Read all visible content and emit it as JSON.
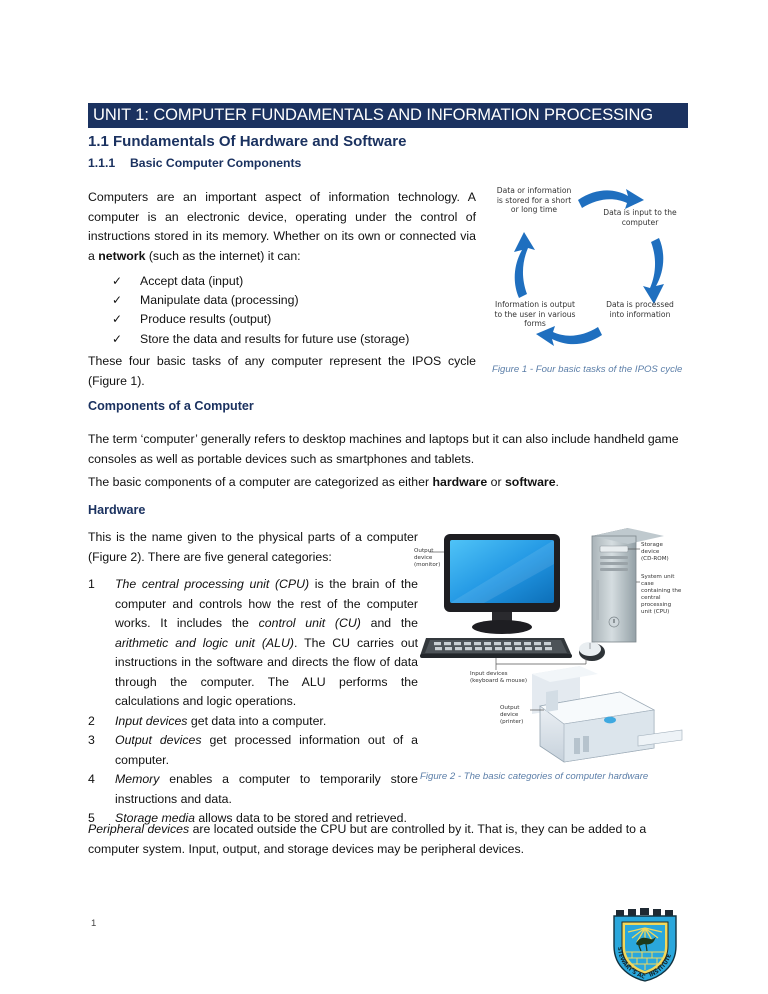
{
  "document": {
    "unit_banner": "UNIT 1: COMPUTER FUNDAMENTALS AND INFORMATION PROCESSING",
    "heading_1_1": "1.1 Fundamentals Of Hardware and Software",
    "heading_1_1_1_number": "1.1.1",
    "heading_1_1_1_text": "Basic Computer Components",
    "page_number": "1"
  },
  "colors": {
    "banner_bg": "#1B3260",
    "heading_navy": "#1B3260",
    "caption_blue": "#5B7EA8",
    "arrow_blue": "#1F6FBF",
    "crest_blue": "#29A3D9",
    "crest_gold": "#F0D355"
  },
  "body": {
    "intro_part1": "Computers are an important aspect of information technology. A computer is an electronic device, operating under the control of instructions stored in its memory. Whether on its own or connected via a ",
    "intro_bold": "network",
    "intro_part2": " (such as the internet) it can:",
    "checklist": [
      "Accept data (input)",
      "Manipulate data (processing)",
      "Produce results (output)",
      "Store the data and results for future use (storage)"
    ],
    "ipos_sentence": "These four basic tasks of any computer represent the IPOS cycle (Figure 1).",
    "components_heading": "Components of a Computer",
    "term_paragraph": "The term ‘computer’ generally refers to desktop machines and laptops but it can also include handheld game consoles as well as portable devices such as smartphones and tablets.",
    "basic_part1": "The basic components of a computer are categorized as either ",
    "basic_bold1": "hardware",
    "basic_mid": " or ",
    "basic_bold2": "software",
    "basic_end": ".",
    "hardware_heading": "Hardware",
    "hardware_intro": "This is the name given to the physical parts of a computer (Figure 2). There are five general categories:",
    "numbered_items": [
      {
        "n": "1",
        "segments": [
          {
            "t": "The central processing unit (CPU)",
            "style": "italic"
          },
          {
            "t": " is the brain of the computer and controls how the rest of the computer works. It includes the ",
            "style": "normal"
          },
          {
            "t": "control unit (CU)",
            "style": "italic"
          },
          {
            "t": " and the ",
            "style": "normal"
          },
          {
            "t": "arithmetic and logic unit (ALU)",
            "style": "italic"
          },
          {
            "t": ". The CU carries out instructions in the software and directs the flow of data through the computer. The ALU performs the calculations and logic operations.",
            "style": "normal"
          }
        ]
      },
      {
        "n": "2",
        "segments": [
          {
            "t": "Input devices",
            "style": "italic"
          },
          {
            "t": " get data into a computer.",
            "style": "normal"
          }
        ]
      },
      {
        "n": "3",
        "segments": [
          {
            "t": "Output devices",
            "style": "italic"
          },
          {
            "t": " get processed information out of a computer.",
            "style": "normal"
          }
        ]
      },
      {
        "n": "4",
        "segments": [
          {
            "t": "Memory",
            "style": "italic"
          },
          {
            "t": " enables a computer to temporarily store instructions and data.",
            "style": "normal"
          }
        ]
      },
      {
        "n": "5",
        "segments": [
          {
            "t": "Storage media",
            "style": "italic"
          },
          {
            "t": " allows data to be stored and retrieved.",
            "style": "normal"
          }
        ]
      }
    ],
    "peripheral_italic": "Peripheral devices",
    "peripheral_rest": " are located outside the CPU but are controlled by it. That is, they can be added to a computer system. Input, output, and storage devices may be peripheral devices."
  },
  "figure1": {
    "caption": "Figure 1 - Four basic tasks of the IPOS cycle",
    "labels": {
      "store": "Data or information is stored for a short or long time",
      "input": "Data is input to the computer",
      "process": "Data is processed into information",
      "output": "Information is output to the user in various forms"
    }
  },
  "figure2": {
    "caption": "Figure 2 - The basic categories of computer hardware",
    "labels": {
      "monitor": "Output\ndevice\n(monitor)",
      "storage": "Storage\ndevice\n(CD-ROM)",
      "system_case": "System unit case\ncontaining the\ncentral processing\nunit (CPU)",
      "input_devices": "Input devices\n(keyboard & mouse)",
      "printer": "Output\ndevice\n(printer)"
    }
  },
  "crest": {
    "text_left": "STEWART'S",
    "text_right": "INSTITUTE",
    "text_bottom": "ACADEMIC"
  }
}
